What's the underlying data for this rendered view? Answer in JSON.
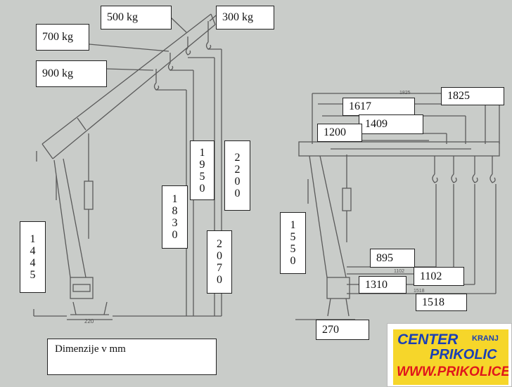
{
  "loads": {
    "l500": "500 kg",
    "l300": "300 kg",
    "l700": "700 kg",
    "l900": "900 kg"
  },
  "left_dims": {
    "d1445": [
      "1",
      "4",
      "4",
      "5"
    ],
    "d1830": [
      "1",
      "8",
      "3",
      "0"
    ],
    "d1950": [
      "1",
      "9",
      "5",
      "0"
    ],
    "d2200": [
      "2",
      "2",
      "0",
      "0"
    ],
    "d2070": [
      "2",
      "0",
      "7",
      "0"
    ],
    "base_small": "220"
  },
  "right_dims": {
    "d1825_small": "1825",
    "d1825": "1825",
    "d1617": "1617",
    "d1409": "1409",
    "d1200": "1200",
    "d1550": [
      "1",
      "5",
      "5",
      "0"
    ],
    "d895": "895",
    "d1102_small": "1102",
    "d1102": "1102",
    "d1310": "1310",
    "d1518_small": "1518",
    "d1518": "1518",
    "d270": "270"
  },
  "note": "Dimenzije v mm",
  "logo": {
    "line1": "CENTER",
    "kranj": "KRANJ",
    "line2": "PRIKOLIC",
    "url": "WWW.PRIKOLICE.EU"
  }
}
